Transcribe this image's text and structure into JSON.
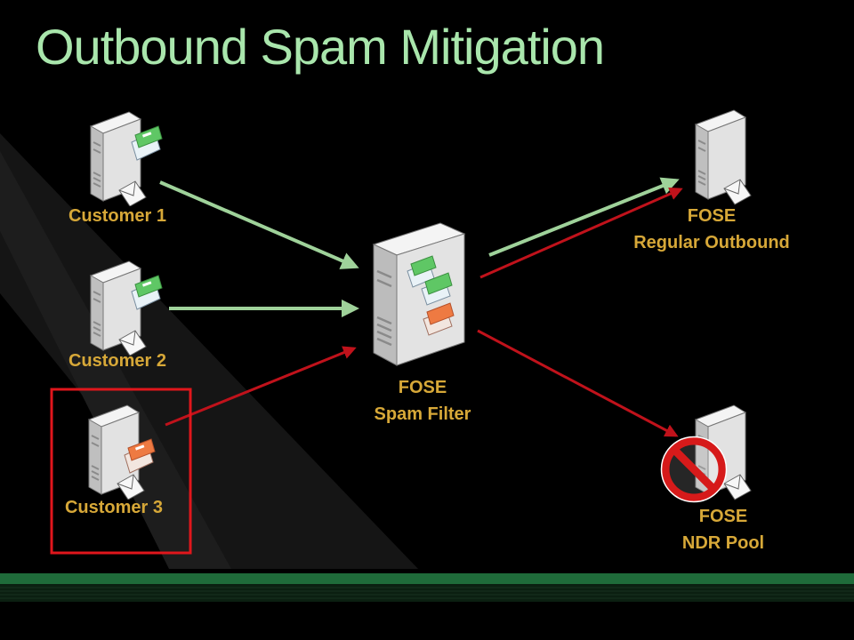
{
  "title": "Outbound Spam Mitigation",
  "nodes": {
    "customer1": {
      "label": "Customer 1"
    },
    "customer2": {
      "label": "Customer 2"
    },
    "customer3": {
      "label": "Customer 3"
    },
    "spam_filter": {
      "line1": "FOSE",
      "line2": "Spam Filter"
    },
    "regular_outbound": {
      "line1": "FOSE",
      "line2": "Regular Outbound"
    },
    "ndr_pool": {
      "line1": "FOSE",
      "line2": "NDR Pool"
    }
  },
  "colors": {
    "title": "#a9e6ac",
    "label": "#d7a838",
    "good_flow": "#9fd29a",
    "spam_flow": "#c0121b",
    "highlight_box": "#e0161c",
    "footer_green": "#1f6b3a"
  }
}
